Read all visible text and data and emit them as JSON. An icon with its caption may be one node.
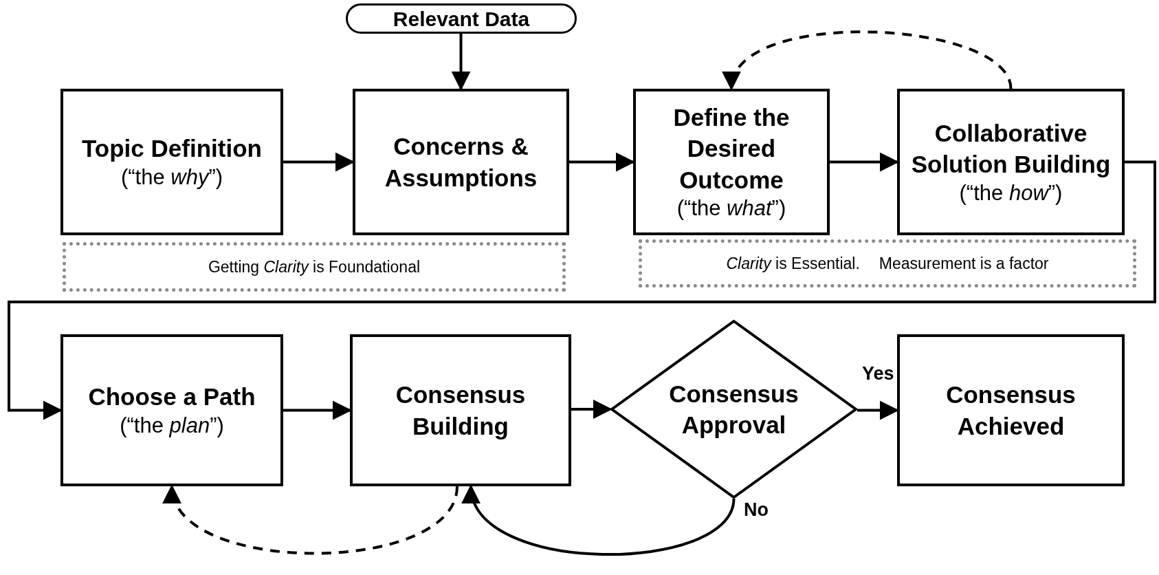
{
  "diagram": {
    "nodes": [
      {
        "text": [
          "Relevant Data"
        ]
      },
      {
        "text": [
          "Topic Definition",
          "(“the *why*”)"
        ]
      },
      {
        "text": [
          "Concerns & Assumptions"
        ]
      },
      {
        "text": [
          "Define the Desired Outcome",
          "(“the *what*”)"
        ]
      },
      {
        "text": [
          "Collaborative Solution Building",
          "(“the *how*”)"
        ]
      },
      {
        "text": [
          "Getting *Clarity* is Foundational"
        ]
      },
      {
        "text": [
          "*Clarity* is Essential.",
          "Measurement is a factor"
        ]
      },
      {
        "text": [
          "Choose a Path",
          "(“the *plan*”)"
        ]
      },
      {
        "text": [
          "Consensus Building"
        ]
      },
      {
        "text": [
          "Consensus Approval"
        ]
      },
      {
        "text": [
          "Consensus Achieved"
        ]
      }
    ],
    "edges": [
      {
        "from": 0,
        "to": 2,
        "arrow": "to"
      },
      {
        "from": 1,
        "to": 2,
        "arrow": "to"
      },
      {
        "from": 2,
        "to": 3,
        "arrow": "to"
      },
      {
        "from": 3,
        "to": 4,
        "arrow": "to"
      },
      {
        "from": 4,
        "to": 3,
        "arrow": "to",
        "style": "dashed"
      },
      {
        "from": 4,
        "to": 7,
        "arrow": "to"
      },
      {
        "from": 7,
        "to": 8,
        "arrow": "to"
      },
      {
        "from": 8,
        "to": 9,
        "arrow": "to"
      },
      {
        "from": 9,
        "to": 10,
        "arrow": "to",
        "label": "Yes"
      },
      {
        "from": 9,
        "to": 8,
        "arrow": "to",
        "label": "No"
      },
      {
        "from": 8,
        "to": 7,
        "arrow": "to",
        "style": "dashed"
      }
    ]
  }
}
